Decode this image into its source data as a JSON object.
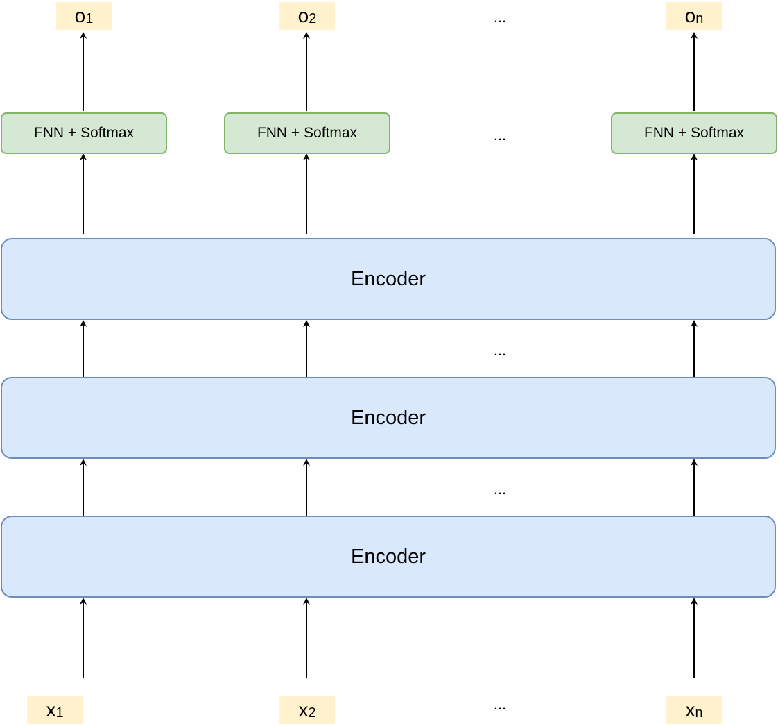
{
  "columns": [
    {
      "input": {
        "base": "x",
        "sub": "1"
      },
      "output": {
        "base": "o",
        "sub": "1"
      }
    },
    {
      "input": {
        "base": "x",
        "sub": "2"
      },
      "output": {
        "base": "o",
        "sub": "2"
      }
    },
    {
      "input": {
        "base": "x",
        "sub": "n"
      },
      "output": {
        "base": "o",
        "sub": "n"
      }
    }
  ],
  "encoders": [
    "Encoder",
    "Encoder",
    "Encoder"
  ],
  "head_label": "FNN + Softmax",
  "ellipsis": "...",
  "colors": {
    "encoder_fill": "#dae8fc",
    "encoder_border": "#6c8ebf",
    "head_fill": "#d5e8d4",
    "head_border": "#82b366",
    "token_fill": "#fff2cc",
    "arrow": "#000000"
  }
}
